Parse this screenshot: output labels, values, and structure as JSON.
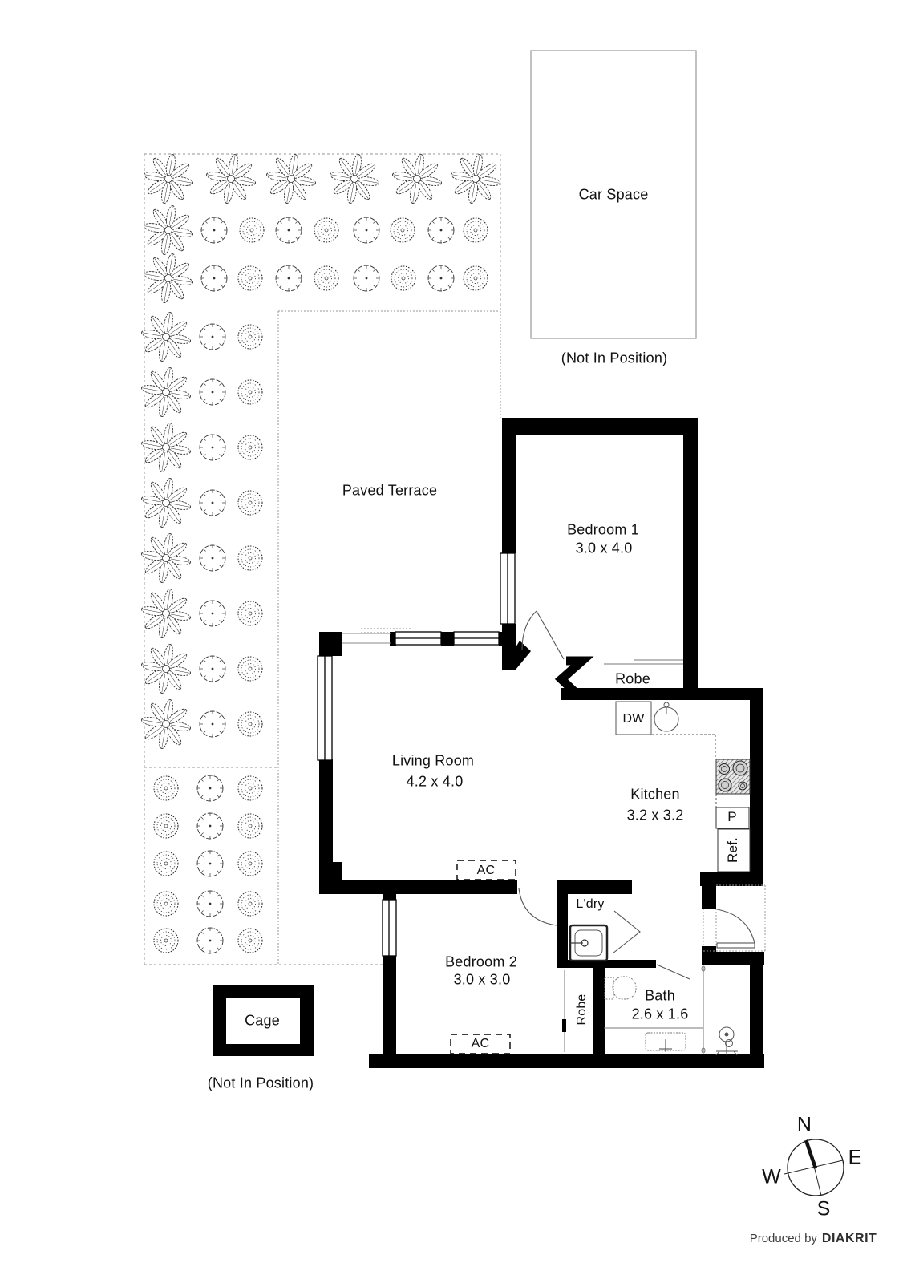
{
  "plan": {
    "car_space": {
      "label": "Car Space",
      "note": "(Not In Position)"
    },
    "terrace": {
      "label": "Paved Terrace"
    },
    "cage": {
      "label": "Cage",
      "note": "(Not In Position)"
    },
    "rooms": {
      "bedroom1": {
        "name": "Bedroom 1",
        "dims": "3.0 x 4.0"
      },
      "living": {
        "name": "Living Room",
        "dims": "4.2 x 4.0"
      },
      "kitchen": {
        "name": "Kitchen",
        "dims": "3.2 x 3.2"
      },
      "bedroom2": {
        "name": "Bedroom 2",
        "dims": "3.0 x 3.0"
      },
      "bath": {
        "name": "Bath",
        "dims": "2.6 x 1.6"
      },
      "laundry": {
        "name": "L'dry"
      }
    },
    "fixtures": {
      "robe_bed1": "Robe",
      "robe_bed2": "Robe",
      "dishwasher": "DW",
      "pantry": "P",
      "fridge": "Ref.",
      "ac_living": "AC",
      "ac_bed2": "AC"
    }
  },
  "compass": {
    "north": "N",
    "east": "E",
    "south": "S",
    "west": "W"
  },
  "footer": {
    "produced_by": "Produced by",
    "brand": "DIAKRIT"
  },
  "colors": {
    "walls": "#000000",
    "thin_lines": "#777777",
    "boundary_dash": "#aaaaaa",
    "text": "#111111",
    "footer_text": "#3d3d3d"
  }
}
